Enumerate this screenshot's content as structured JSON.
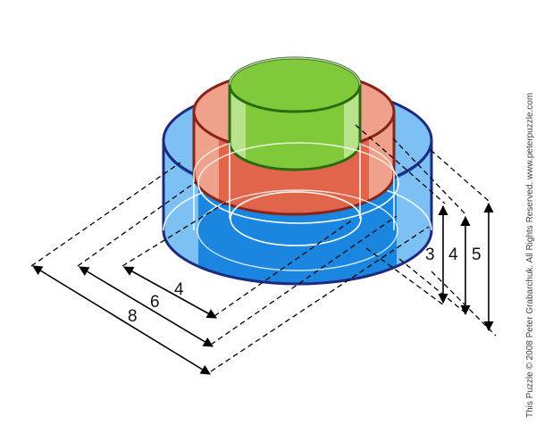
{
  "diagram": {
    "cylinders": [
      {
        "id": "outer",
        "diameter": "8",
        "height": "5",
        "color": "#1a86e0"
      },
      {
        "id": "middle",
        "diameter": "6",
        "height": "4",
        "color": "#e0654a"
      },
      {
        "id": "inner",
        "diameter": "4",
        "height": "3",
        "color": "#7fc93a"
      }
    ],
    "diameter_labels": [
      "8",
      "6",
      "4"
    ],
    "height_labels": [
      "3",
      "4",
      "5"
    ]
  },
  "copyright": "This Puzzle © 2008 Peter Grabarchuk. All Rights Reserved. www.peterpuzzle.com"
}
